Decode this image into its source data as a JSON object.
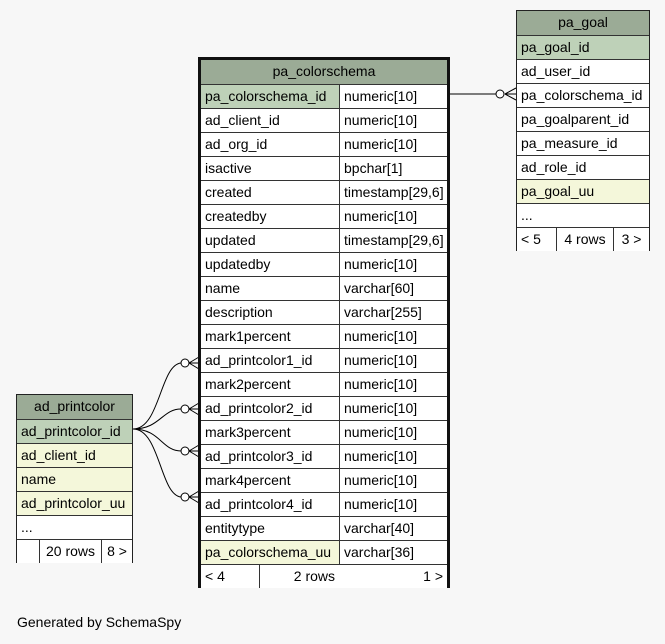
{
  "tables": {
    "pa_colorschema": {
      "name": "pa_colorschema",
      "columns": [
        {
          "name": "pa_colorschema_id",
          "type": "numeric[10]",
          "kind": "pk"
        },
        {
          "name": "ad_client_id",
          "type": "numeric[10]",
          "kind": "plain"
        },
        {
          "name": "ad_org_id",
          "type": "numeric[10]",
          "kind": "plain"
        },
        {
          "name": "isactive",
          "type": "bpchar[1]",
          "kind": "plain"
        },
        {
          "name": "created",
          "type": "timestamp[29,6]",
          "kind": "plain"
        },
        {
          "name": "createdby",
          "type": "numeric[10]",
          "kind": "plain"
        },
        {
          "name": "updated",
          "type": "timestamp[29,6]",
          "kind": "plain"
        },
        {
          "name": "updatedby",
          "type": "numeric[10]",
          "kind": "plain"
        },
        {
          "name": "name",
          "type": "varchar[60]",
          "kind": "plain"
        },
        {
          "name": "description",
          "type": "varchar[255]",
          "kind": "plain"
        },
        {
          "name": "mark1percent",
          "type": "numeric[10]",
          "kind": "plain"
        },
        {
          "name": "ad_printcolor1_id",
          "type": "numeric[10]",
          "kind": "plain"
        },
        {
          "name": "mark2percent",
          "type": "numeric[10]",
          "kind": "plain"
        },
        {
          "name": "ad_printcolor2_id",
          "type": "numeric[10]",
          "kind": "plain"
        },
        {
          "name": "mark3percent",
          "type": "numeric[10]",
          "kind": "plain"
        },
        {
          "name": "ad_printcolor3_id",
          "type": "numeric[10]",
          "kind": "plain"
        },
        {
          "name": "mark4percent",
          "type": "numeric[10]",
          "kind": "plain"
        },
        {
          "name": "ad_printcolor4_id",
          "type": "numeric[10]",
          "kind": "plain"
        },
        {
          "name": "entitytype",
          "type": "varchar[40]",
          "kind": "plain"
        },
        {
          "name": "pa_colorschema_uu",
          "type": "varchar[36]",
          "kind": "fk"
        }
      ],
      "footer": {
        "left": "< 4",
        "middle": "2 rows",
        "right": "1 >"
      }
    },
    "pa_goal": {
      "name": "pa_goal",
      "columns": [
        {
          "name": "pa_goal_id",
          "kind": "pk"
        },
        {
          "name": "ad_user_id",
          "kind": "plain"
        },
        {
          "name": "pa_colorschema_id",
          "kind": "plain"
        },
        {
          "name": "pa_goalparent_id",
          "kind": "plain"
        },
        {
          "name": "pa_measure_id",
          "kind": "plain"
        },
        {
          "name": "ad_role_id",
          "kind": "plain"
        },
        {
          "name": "pa_goal_uu",
          "kind": "fk"
        },
        {
          "name": "...",
          "kind": "plain"
        }
      ],
      "footer": {
        "left": "< 5",
        "middle": "4 rows",
        "right": "3 >"
      }
    },
    "ad_printcolor": {
      "name": "ad_printcolor",
      "columns": [
        {
          "name": "ad_printcolor_id",
          "kind": "pk"
        },
        {
          "name": "ad_client_id",
          "kind": "fk"
        },
        {
          "name": "name",
          "kind": "fk"
        },
        {
          "name": "ad_printcolor_uu",
          "kind": "fk"
        },
        {
          "name": "...",
          "kind": "plain"
        }
      ],
      "footer": {
        "left": "",
        "middle": "20 rows",
        "right": "8 >"
      }
    }
  },
  "footer_text": "Generated by SchemaSpy",
  "colors": {
    "header": "#9bab96",
    "primary_key": "#bed1b8",
    "highlighted": "#f4f7da",
    "line": "#000000"
  }
}
